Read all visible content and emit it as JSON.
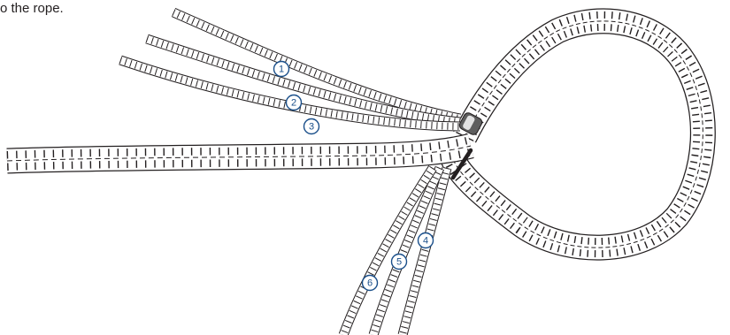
{
  "caption": "o the rope.",
  "colors": {
    "ink": "#231f20",
    "callout": "#1a4f8a",
    "clamp_dark": "#5e5e5e",
    "clamp_light": "#e2e2e2"
  },
  "strands": [
    {
      "number": "1"
    },
    {
      "number": "2"
    },
    {
      "number": "3"
    },
    {
      "number": "4"
    },
    {
      "number": "5"
    },
    {
      "number": "6"
    }
  ]
}
